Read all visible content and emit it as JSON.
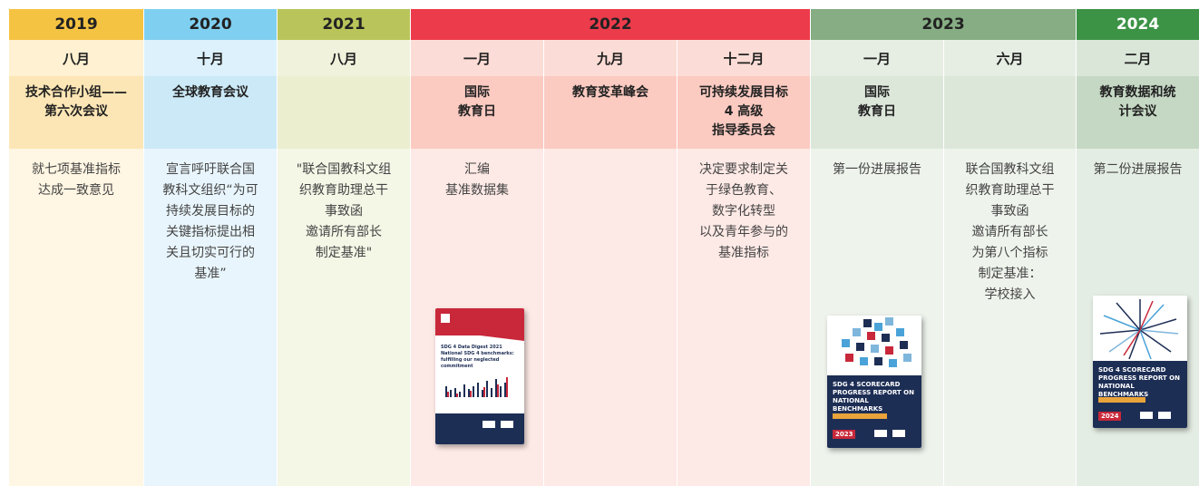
{
  "colors": {
    "y2019": "#f5c342",
    "y2020": "#7fcff0",
    "y2021": "#b9c45a",
    "y2022": "#ec3b4b",
    "y2023": "#86ad83",
    "y2024": "#3c9346"
  },
  "years": [
    {
      "label": "2019"
    },
    {
      "label": "2020"
    },
    {
      "label": "2021"
    },
    {
      "label": "2022"
    },
    {
      "label": "2023"
    },
    {
      "label": "2024"
    }
  ],
  "columns": [
    {
      "month": "八月",
      "event": "技术合作小组——\n第六次会议",
      "desc": "就七项基准指标\n达成一致意见"
    },
    {
      "month": "十月",
      "event": "全球教育会议",
      "desc": "宣言呼吁联合国\n教科文组织“为可\n持续发展目标的\n关键指标提出相\n关且切实可行的\n基准”"
    },
    {
      "month": "八月",
      "event": "",
      "desc": "\"联合国教科文组\n织教育助理总干\n事致函\n邀请所有部长\n制定基准\""
    },
    {
      "month": "一月",
      "event": "国际\n教育日",
      "desc": "汇编\n基准数据集"
    },
    {
      "month": "九月",
      "event": "教育变革峰会",
      "desc": ""
    },
    {
      "month": "十二月",
      "event": "可持续发展目标\n4 高级\n指导委员会",
      "desc": "决定要求制定关\n于绿色教育、\n数字化转型\n以及青年参与的\n基准指标"
    },
    {
      "month": "一月",
      "event": "国际\n教育日",
      "desc": "第一份进展报告"
    },
    {
      "month": "六月",
      "event": "",
      "desc": "联合国教科文组\n织教育助理总干\n事致函\n邀请所有部长\n为第八个指标\n制定基准：\n学校接入"
    },
    {
      "month": "二月",
      "event": "教育数据和统\n计会议",
      "desc": "第二份进展报告"
    }
  ],
  "covers": [
    {
      "title": "SDG 4 Data Digest 2021\nNational SDG 4 benchmarks: fulfilling our neglected commitment"
    },
    {
      "title": "SDG 4 SCORECARD\nPROGRESS REPORT ON NATIONAL BENCHMARKS",
      "year": "2023"
    },
    {
      "title": "SDG 4 SCORECARD\nPROGRESS REPORT ON NATIONAL BENCHMARKS",
      "year": "2024"
    }
  ]
}
